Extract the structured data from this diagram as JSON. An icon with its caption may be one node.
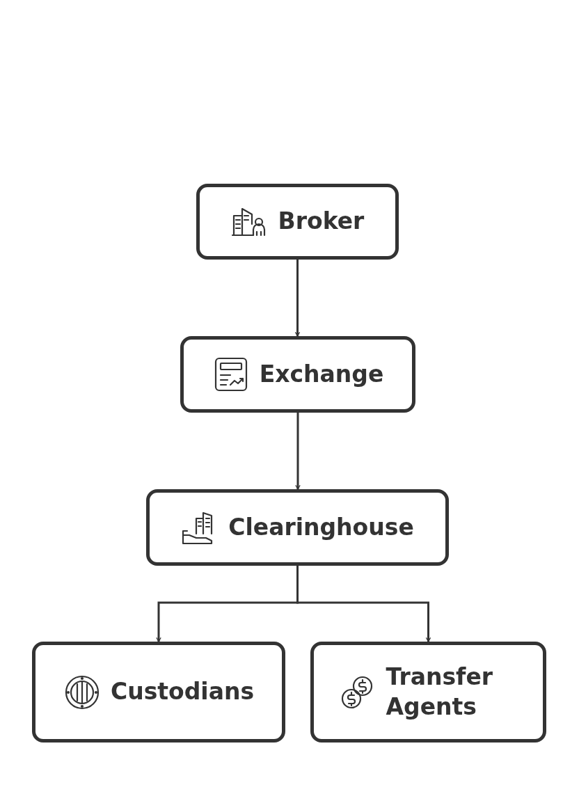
{
  "diagram": {
    "nodes": [
      {
        "text": [
          "Broker"
        ]
      },
      {
        "text": [
          "Exchange"
        ]
      },
      {
        "text": [
          "Clearinghouse"
        ]
      },
      {
        "text": [
          "Custodians"
        ]
      },
      {
        "text": [
          "Transfer Agents"
        ]
      }
    ],
    "edges": [
      {
        "from": 0,
        "to": 1,
        "arrow": "to"
      },
      {
        "from": 1,
        "to": 2,
        "arrow": "to"
      },
      {
        "from": 2,
        "to": 3,
        "arrow": "to"
      },
      {
        "from": 2,
        "to": 4,
        "arrow": "to"
      }
    ]
  }
}
